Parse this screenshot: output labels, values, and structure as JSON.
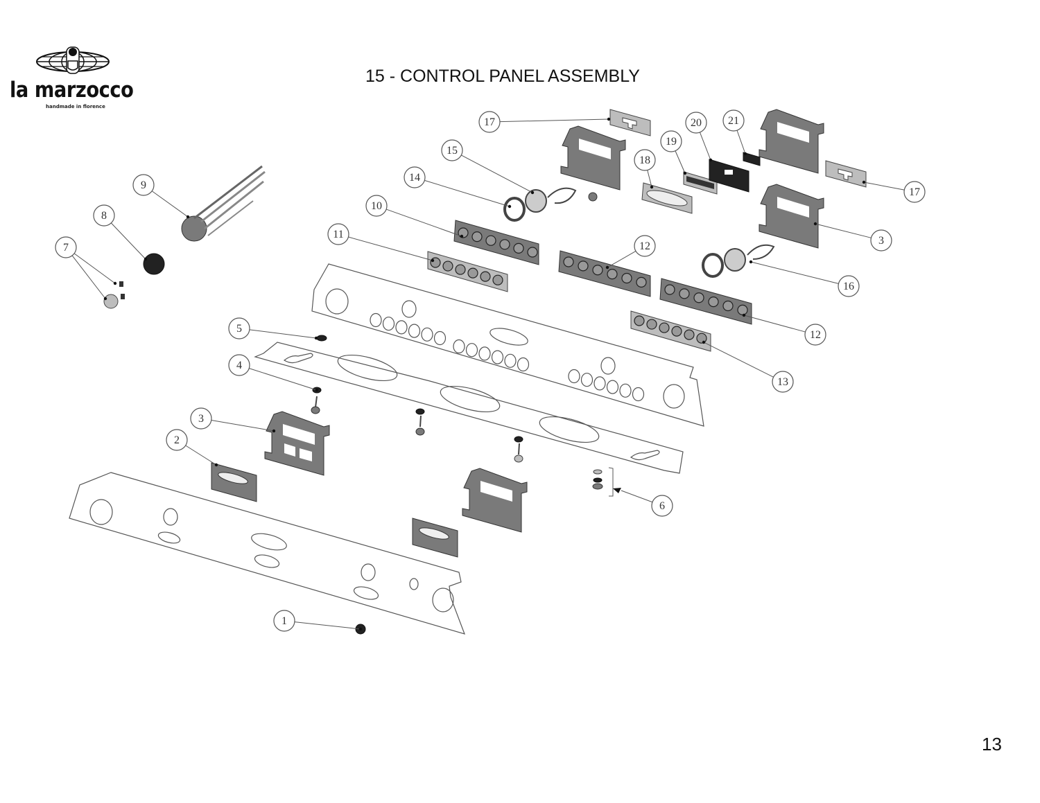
{
  "brand": {
    "name": "la marzocco",
    "tagline": "handmade in florence",
    "logo_icon": "lion-globe-icon"
  },
  "page": {
    "title": "15 - CONTROL PANEL ASSEMBLY",
    "page_number": "13"
  },
  "callouts": [
    {
      "id": "1",
      "label": "1"
    },
    {
      "id": "2",
      "label": "2"
    },
    {
      "id": "3a",
      "label": "3"
    },
    {
      "id": "3b",
      "label": "3"
    },
    {
      "id": "4",
      "label": "4"
    },
    {
      "id": "5",
      "label": "5"
    },
    {
      "id": "6",
      "label": "6"
    },
    {
      "id": "7",
      "label": "7"
    },
    {
      "id": "8",
      "label": "8"
    },
    {
      "id": "9",
      "label": "9"
    },
    {
      "id": "10",
      "label": "10"
    },
    {
      "id": "11",
      "label": "11"
    },
    {
      "id": "12a",
      "label": "12"
    },
    {
      "id": "12b",
      "label": "12"
    },
    {
      "id": "13",
      "label": "13"
    },
    {
      "id": "14",
      "label": "14"
    },
    {
      "id": "15",
      "label": "15"
    },
    {
      "id": "16",
      "label": "16"
    },
    {
      "id": "17a",
      "label": "17"
    },
    {
      "id": "17b",
      "label": "17"
    },
    {
      "id": "18",
      "label": "18"
    },
    {
      "id": "19",
      "label": "19"
    },
    {
      "id": "20",
      "label": "20"
    },
    {
      "id": "21",
      "label": "21"
    }
  ]
}
